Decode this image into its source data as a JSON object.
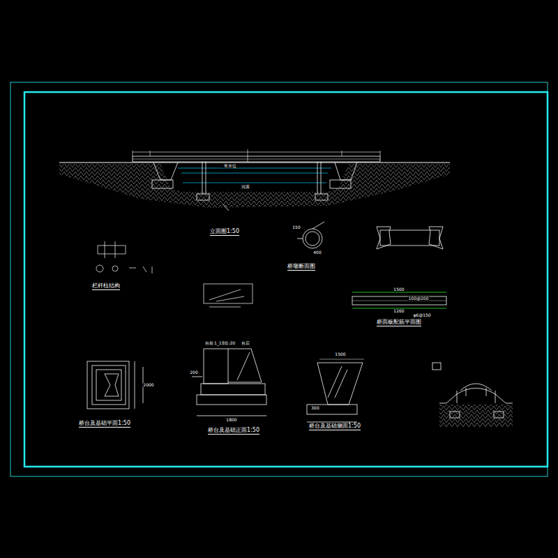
{
  "diagram": {
    "labels": [
      "立面图1:50",
      "栏杆柱结构",
      "桥墩断面图",
      "桥面板配筋平面图",
      "桥台及基础平面1:50",
      "桥台及基础正面1:50",
      "桥台及基础侧面1:50",
      "台前",
      "1_1剖1:20",
      "台后",
      "1500",
      "1260",
      "100@200",
      "φ6@150",
      "1800",
      "200",
      "1500",
      "300",
      "2000",
      "150",
      "400",
      "常水位",
      "河床"
    ]
  }
}
